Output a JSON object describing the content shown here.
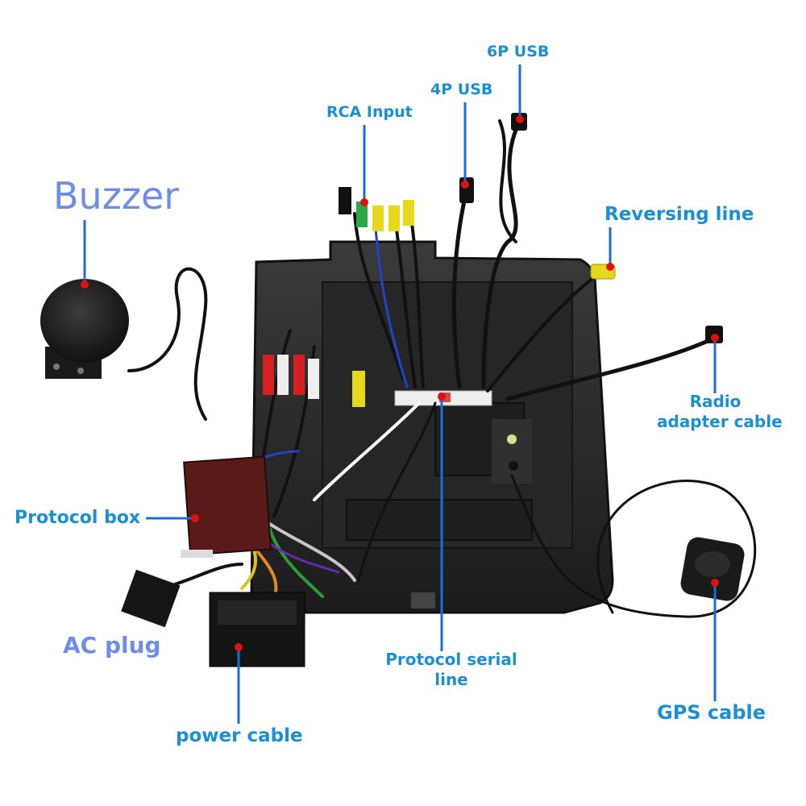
{
  "labels": {
    "buzzer": "Buzzer",
    "rca_input": "RCA Input",
    "usb_4p": "4P USB",
    "usb_6p": "6P USB",
    "reversing_line": "Reversing line",
    "radio_adapter_line1": "Radio",
    "radio_adapter_line2": "adapter cable",
    "protocol_box": "Protocol box",
    "ac_plug": "AC plug",
    "protocol_serial_line1": "Protocol serial",
    "protocol_serial_line2": "line",
    "gps_cable": "GPS cable",
    "power_cable": "power cable"
  },
  "colors": {
    "label_blue": "#1a8fd6",
    "buzzer_label": "#6d8de6",
    "leader_line": "#1a6fd6",
    "marker_dot": "#e01010",
    "panel": "#2b2b2b"
  }
}
